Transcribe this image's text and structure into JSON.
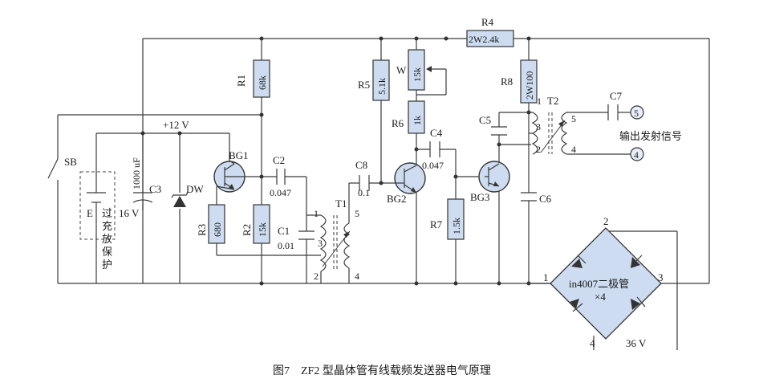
{
  "caption": "图7　ZF2 型晶体管有线载频发送器电气原理",
  "switch": "SB",
  "supply": "+12 V",
  "battery": {
    "e": "E",
    "note": [
      "过",
      "充",
      "放",
      "保",
      "护"
    ]
  },
  "c3": {
    "label": "C3",
    "cap": "1000 uF",
    "volt": "16 V"
  },
  "dw": "DW",
  "r1": {
    "label": "R1",
    "value": "68k"
  },
  "r2": {
    "label": "R2",
    "value": "15k"
  },
  "r3": {
    "label": "R3",
    "value": "680"
  },
  "bg1": "BG1",
  "c2": {
    "label": "C2",
    "value": "0.047"
  },
  "c1": {
    "label": "C1",
    "value": "0.01"
  },
  "t1": {
    "label": "T1",
    "pins": [
      "1",
      "2",
      "3",
      "4",
      "5"
    ]
  },
  "c8": {
    "label": "C8",
    "value": "0.1"
  },
  "r5": {
    "label": "R5",
    "value": "5.1k"
  },
  "w": {
    "label": "W",
    "value": "15k"
  },
  "r6": {
    "label": "R6",
    "value": "1k"
  },
  "c4": {
    "label": "C4",
    "value": "0.047"
  },
  "bg2": "BG2",
  "r7": {
    "label": "R7",
    "value": "1.5k"
  },
  "bg3": "BG3",
  "r4": {
    "label": "R4",
    "value": "2W2.4k"
  },
  "r8": {
    "label": "R8",
    "value": "2W100"
  },
  "c5": "C5",
  "c6": "C6",
  "c7": "C7",
  "t2": {
    "label": "T2",
    "pins": [
      "1",
      "2",
      "3",
      "4",
      "5"
    ]
  },
  "output_label": "输出发射信号",
  "terminals": {
    "t5": "5",
    "t4": "4"
  },
  "bridge": {
    "text1": "in4007二极管",
    "text2": "×4",
    "pins": [
      "1",
      "2",
      "3",
      "4"
    ],
    "input": "36 V"
  }
}
